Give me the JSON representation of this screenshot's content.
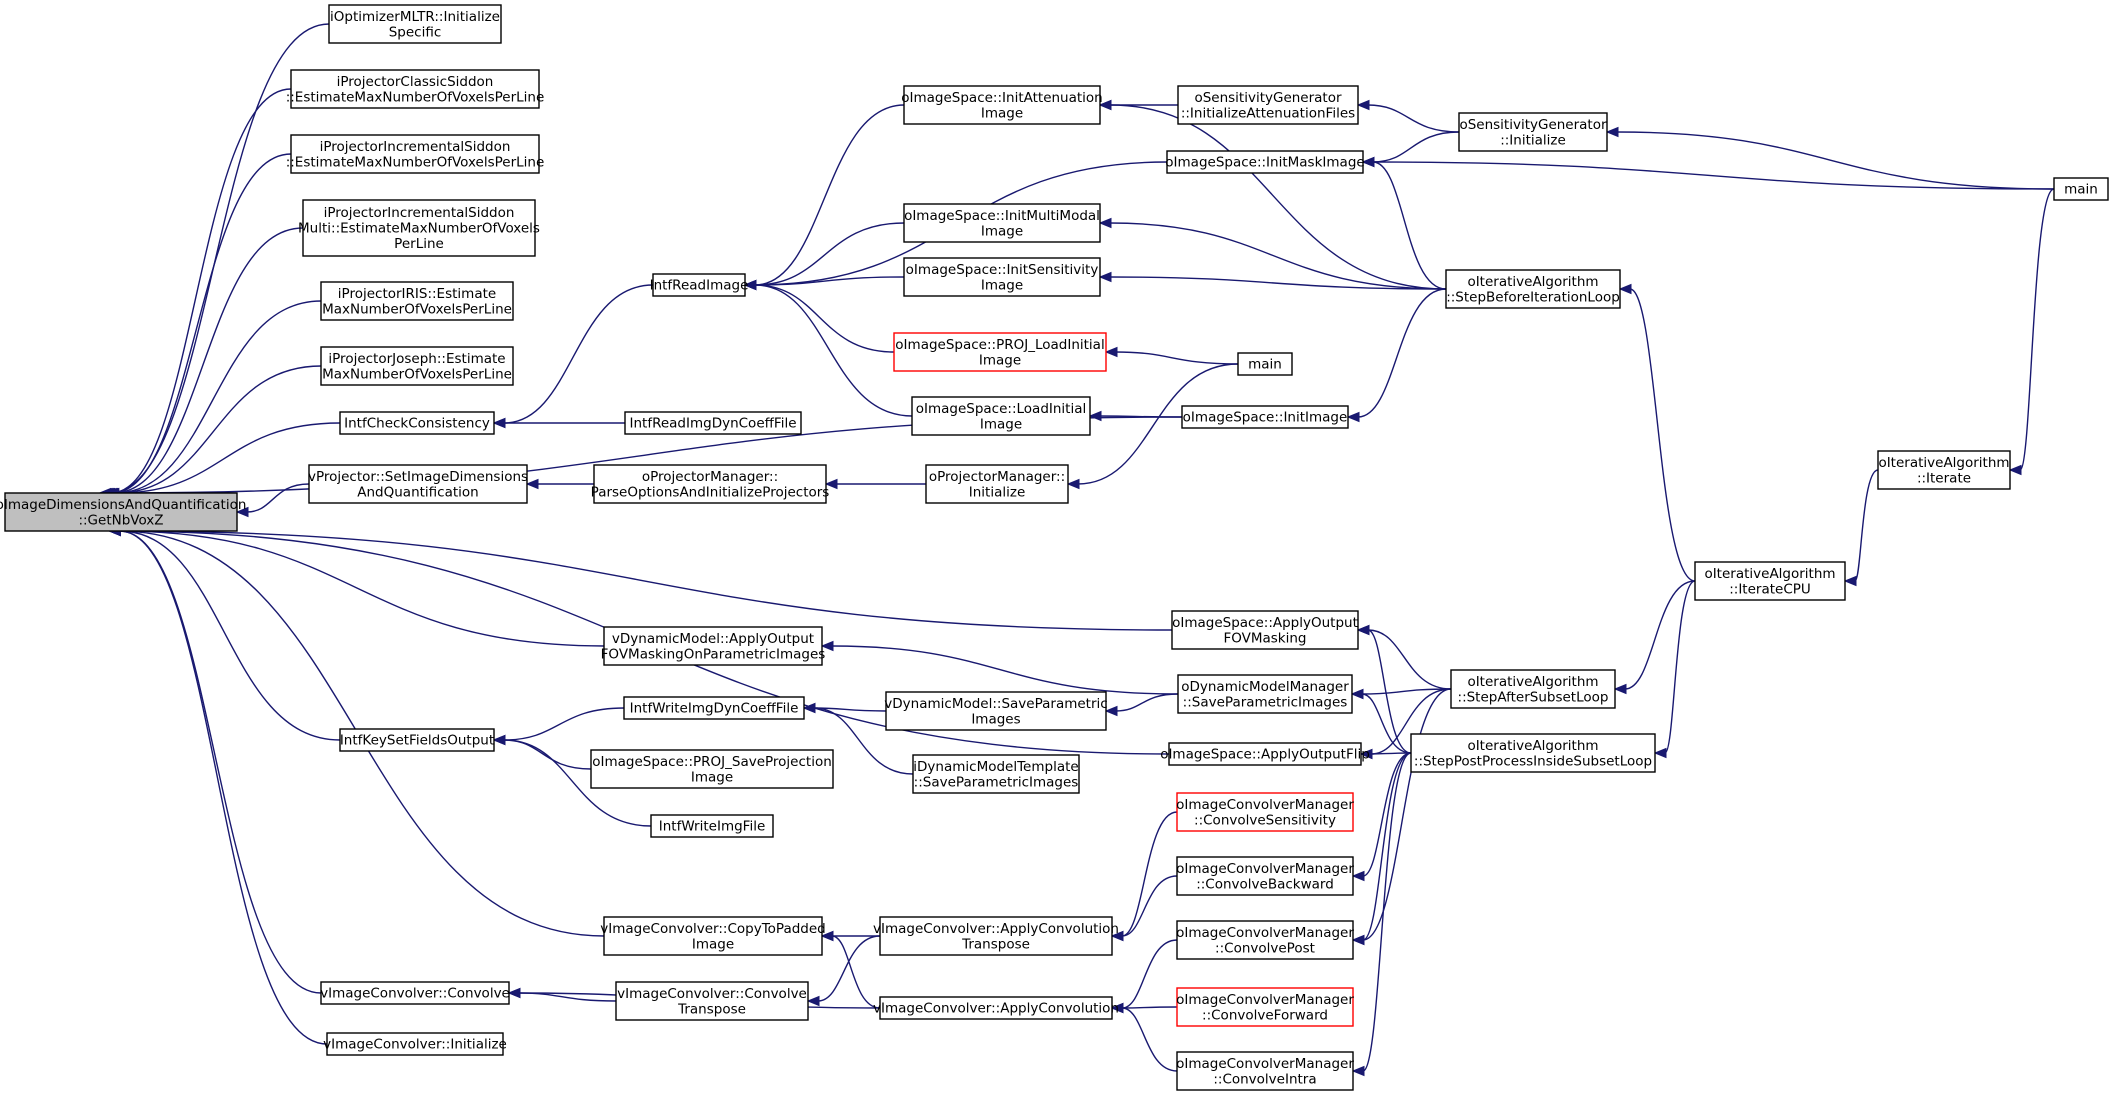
{
  "nodes": [
    {
      "id": "n0",
      "lines": [
        "oImageDimensionsAndQuantification",
        "::GetNbVoxZ"
      ],
      "root": true
    },
    {
      "id": "n1",
      "lines": [
        "iOptimizerMLTR::Initialize",
        "Specific"
      ]
    },
    {
      "id": "n2",
      "lines": [
        "iProjectorClassicSiddon",
        "::EstimateMaxNumberOfVoxelsPerLine"
      ]
    },
    {
      "id": "n3",
      "lines": [
        "iProjectorIncrementalSiddon",
        "::EstimateMaxNumberOfVoxelsPerLine"
      ]
    },
    {
      "id": "n4",
      "lines": [
        "iProjectorIncrementalSiddon",
        "Multi::EstimateMaxNumberOfVoxels",
        "PerLine"
      ]
    },
    {
      "id": "n5",
      "lines": [
        "iProjectorIRIS::Estimate",
        "MaxNumberOfVoxelsPerLine"
      ]
    },
    {
      "id": "n6",
      "lines": [
        "iProjectorJoseph::Estimate",
        "MaxNumberOfVoxelsPerLine"
      ]
    },
    {
      "id": "n7",
      "lines": [
        "IntfCheckConsistency"
      ]
    },
    {
      "id": "n8",
      "lines": [
        "vProjector::SetImageDimensions",
        "AndQuantification"
      ]
    },
    {
      "id": "n9",
      "lines": [
        "vDynamicModel::ApplyOutput",
        "FOVMaskingOnParametricImages"
      ]
    },
    {
      "id": "n10",
      "lines": [
        "IntfKeySetFieldsOutput"
      ]
    },
    {
      "id": "n11",
      "lines": [
        "vImageConvolver::CopyToPadded",
        "Image"
      ]
    },
    {
      "id": "n12",
      "lines": [
        "vImageConvolver::Convolve"
      ]
    },
    {
      "id": "n13",
      "lines": [
        "vImageConvolver::Initialize"
      ]
    },
    {
      "id": "n14",
      "lines": [
        "IntfReadImage"
      ]
    },
    {
      "id": "n15",
      "lines": [
        "IntfReadImgDynCoeffFile"
      ]
    },
    {
      "id": "n16",
      "lines": [
        "oProjectorManager::",
        "ParseOptionsAndInitializeProjectors"
      ]
    },
    {
      "id": "n17",
      "lines": [
        "IntfWriteImgDynCoeffFile"
      ]
    },
    {
      "id": "n18",
      "lines": [
        "oImageSpace::PROJ_SaveProjection",
        "Image"
      ]
    },
    {
      "id": "n19",
      "lines": [
        "IntfWriteImgFile"
      ]
    },
    {
      "id": "n20",
      "lines": [
        "vImageConvolver::Convolve",
        "Transpose"
      ]
    },
    {
      "id": "n21",
      "lines": [
        "oImageSpace::InitAttenuation",
        "Image"
      ]
    },
    {
      "id": "n22",
      "lines": [
        "oImageSpace::InitMultiModal",
        "Image"
      ]
    },
    {
      "id": "n23",
      "lines": [
        "oImageSpace::InitSensitivity",
        "Image"
      ]
    },
    {
      "id": "n24",
      "lines": [
        "oImageSpace::PROJ_LoadInitial",
        "Image"
      ],
      "red": true
    },
    {
      "id": "n25",
      "lines": [
        "oImageSpace::LoadInitial",
        "Image"
      ]
    },
    {
      "id": "n26",
      "lines": [
        "oProjectorManager::",
        "Initialize"
      ]
    },
    {
      "id": "n27",
      "lines": [
        "vDynamicModel::SaveParametric",
        "Images"
      ]
    },
    {
      "id": "n28",
      "lines": [
        "iDynamicModelTemplate",
        "::SaveParametricImages"
      ]
    },
    {
      "id": "n29",
      "lines": [
        "vImageConvolver::ApplyConvolution",
        "Transpose"
      ]
    },
    {
      "id": "n30",
      "lines": [
        "vImageConvolver::ApplyConvolution"
      ]
    },
    {
      "id": "n31",
      "lines": [
        "oSensitivityGenerator",
        "::InitializeAttenuationFiles"
      ]
    },
    {
      "id": "n32",
      "lines": [
        "oImageSpace::InitMaskImage"
      ]
    },
    {
      "id": "n33",
      "lines": [
        "main"
      ]
    },
    {
      "id": "n34",
      "lines": [
        "oImageSpace::InitImage"
      ]
    },
    {
      "id": "n35",
      "lines": [
        "oImageSpace::ApplyOutput",
        "FOVMasking"
      ]
    },
    {
      "id": "n36",
      "lines": [
        "oDynamicModelManager",
        "::SaveParametricImages"
      ]
    },
    {
      "id": "n37",
      "lines": [
        "oImageSpace::ApplyOutputFlip"
      ]
    },
    {
      "id": "n38",
      "lines": [
        "oImageConvolverManager",
        "::ConvolveSensitivity"
      ],
      "red": true
    },
    {
      "id": "n39",
      "lines": [
        "oImageConvolverManager",
        "::ConvolveBackward"
      ]
    },
    {
      "id": "n40",
      "lines": [
        "oImageConvolverManager",
        "::ConvolvePost"
      ]
    },
    {
      "id": "n41",
      "lines": [
        "oImageConvolverManager",
        "::ConvolveForward"
      ],
      "red": true
    },
    {
      "id": "n42",
      "lines": [
        "oImageConvolverManager",
        "::ConvolveIntra"
      ]
    },
    {
      "id": "n43",
      "lines": [
        "oSensitivityGenerator",
        "::Initialize"
      ]
    },
    {
      "id": "n44",
      "lines": [
        "oIterativeAlgorithm",
        "::StepBeforeIterationLoop"
      ]
    },
    {
      "id": "n45",
      "lines": [
        "oIterativeAlgorithm",
        "::StepAfterSubsetLoop"
      ]
    },
    {
      "id": "n46",
      "lines": [
        "oIterativeAlgorithm",
        "::StepPostProcessInsideSubsetLoop"
      ]
    },
    {
      "id": "n47",
      "lines": [
        "oIterativeAlgorithm",
        "::IterateCPU"
      ]
    },
    {
      "id": "n48",
      "lines": [
        "oIterativeAlgorithm",
        "::Iterate"
      ]
    },
    {
      "id": "n49",
      "lines": [
        "main"
      ]
    }
  ],
  "edges": [
    [
      "n1",
      "n0"
    ],
    [
      "n2",
      "n0"
    ],
    [
      "n3",
      "n0"
    ],
    [
      "n4",
      "n0"
    ],
    [
      "n5",
      "n0"
    ],
    [
      "n6",
      "n0"
    ],
    [
      "n7",
      "n0"
    ],
    [
      "n8",
      "n0"
    ],
    [
      "n9",
      "n0"
    ],
    [
      "n10",
      "n0"
    ],
    [
      "n11",
      "n0"
    ],
    [
      "n12",
      "n0"
    ],
    [
      "n13",
      "n0"
    ],
    [
      "n34",
      "n0"
    ],
    [
      "n35",
      "n0"
    ],
    [
      "n37",
      "n0"
    ],
    [
      "n14",
      "n7"
    ],
    [
      "n15",
      "n7"
    ],
    [
      "n16",
      "n8"
    ],
    [
      "n17",
      "n10"
    ],
    [
      "n18",
      "n10"
    ],
    [
      "n19",
      "n10"
    ],
    [
      "n20",
      "n12"
    ],
    [
      "n30",
      "n12"
    ],
    [
      "n21",
      "n14"
    ],
    [
      "n22",
      "n14"
    ],
    [
      "n23",
      "n14"
    ],
    [
      "n24",
      "n14"
    ],
    [
      "n25",
      "n14"
    ],
    [
      "n26",
      "n16"
    ],
    [
      "n27",
      "n17"
    ],
    [
      "n28",
      "n17"
    ],
    [
      "n29",
      "n11"
    ],
    [
      "n30",
      "n11"
    ],
    [
      "n29",
      "n20"
    ],
    [
      "n31",
      "n21"
    ],
    [
      "n44",
      "n21"
    ],
    [
      "n32",
      "n14"
    ],
    [
      "n43",
      "n32"
    ],
    [
      "n44",
      "n32"
    ],
    [
      "n49",
      "n32"
    ],
    [
      "n44",
      "n22"
    ],
    [
      "n44",
      "n23"
    ],
    [
      "n33",
      "n24"
    ],
    [
      "n33",
      "n26"
    ],
    [
      "n34",
      "n25"
    ],
    [
      "n44",
      "n34"
    ],
    [
      "n43",
      "n31"
    ],
    [
      "n49",
      "n43"
    ],
    [
      "n36",
      "n9"
    ],
    [
      "n36",
      "n27"
    ],
    [
      "n45",
      "n35"
    ],
    [
      "n46",
      "n35"
    ],
    [
      "n45",
      "n36"
    ],
    [
      "n46",
      "n36"
    ],
    [
      "n45",
      "n37"
    ],
    [
      "n46",
      "n37"
    ],
    [
      "n38",
      "n29"
    ],
    [
      "n39",
      "n29"
    ],
    [
      "n40",
      "n30"
    ],
    [
      "n41",
      "n30"
    ],
    [
      "n42",
      "n30"
    ],
    [
      "n46",
      "n39"
    ],
    [
      "n45",
      "n40"
    ],
    [
      "n46",
      "n40"
    ],
    [
      "n46",
      "n42"
    ],
    [
      "n47",
      "n44"
    ],
    [
      "n47",
      "n45"
    ],
    [
      "n47",
      "n46"
    ],
    [
      "n48",
      "n47"
    ],
    [
      "n49",
      "n48"
    ]
  ]
}
